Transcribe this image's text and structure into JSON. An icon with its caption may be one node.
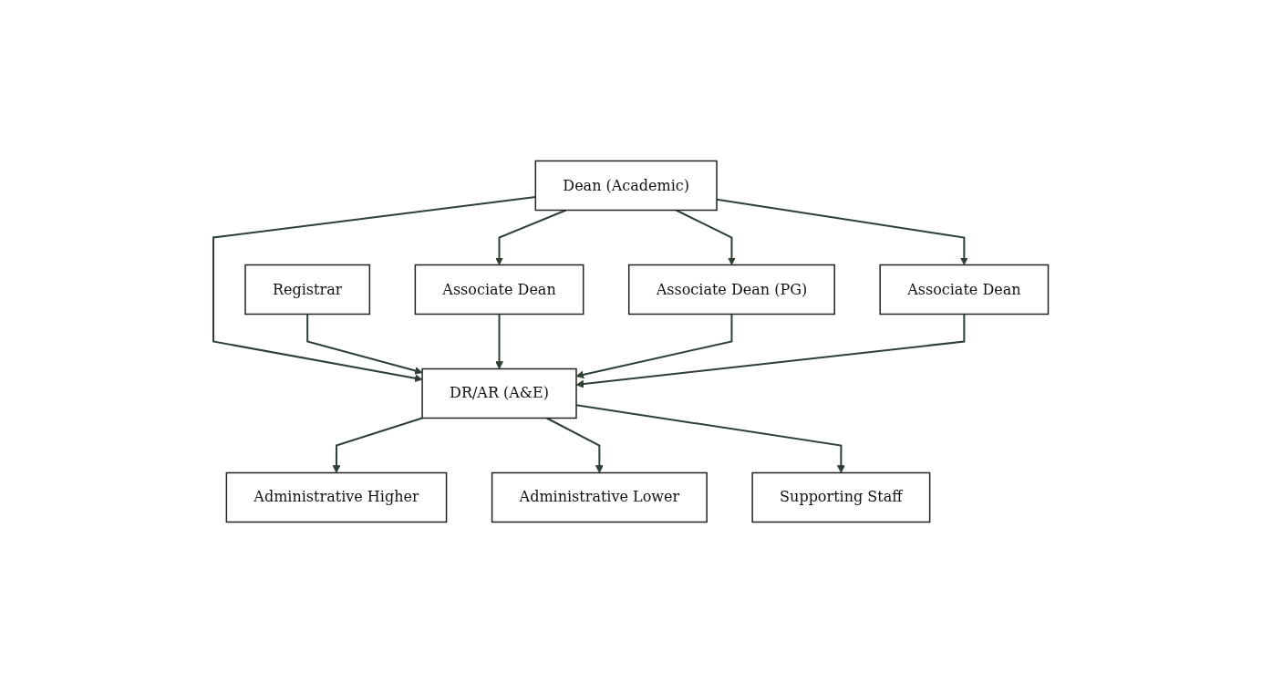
{
  "diagram": {
    "nodes": [
      {
        "text": [
          "Dean (Academic)"
        ]
      },
      {
        "text": [
          "Registrar"
        ]
      },
      {
        "text": [
          "Associate Dean"
        ]
      },
      {
        "text": [
          "Associate Dean (PG)"
        ]
      },
      {
        "text": [
          "Associate Dean"
        ]
      },
      {
        "text": [
          "DR/AR (A&E)"
        ]
      },
      {
        "text": [
          "Administrative Higher"
        ]
      },
      {
        "text": [
          "Administrative Lower"
        ]
      },
      {
        "text": [
          "Supporting Staff"
        ]
      }
    ],
    "edges": [
      {
        "from": 0,
        "to": 2,
        "arrow": "to"
      },
      {
        "from": 0,
        "to": 3,
        "arrow": "to"
      },
      {
        "from": 0,
        "to": 4,
        "arrow": "to"
      },
      {
        "from": 0,
        "to": 5,
        "arrow": "to"
      },
      {
        "from": 1,
        "to": 5,
        "arrow": "to"
      },
      {
        "from": 4,
        "to": 5,
        "arrow": "to"
      },
      {
        "from": 3,
        "to": 5,
        "arrow": "to"
      },
      {
        "from": 2,
        "to": 5,
        "arrow": "to"
      },
      {
        "from": 5,
        "to": 6,
        "arrow": "to"
      },
      {
        "from": 5,
        "to": 7,
        "arrow": "to"
      },
      {
        "from": 5,
        "to": 8,
        "arrow": "to"
      }
    ]
  }
}
